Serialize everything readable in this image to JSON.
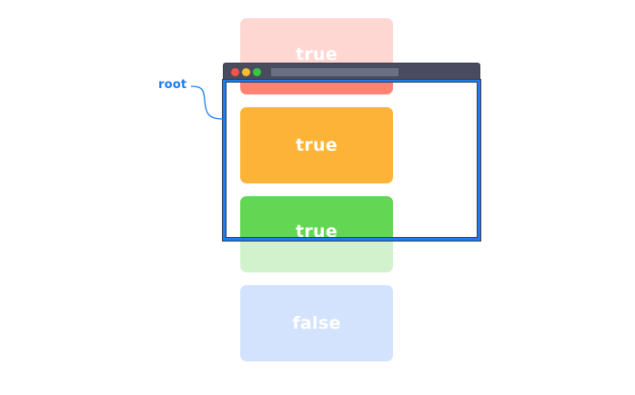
{
  "cards": [
    {
      "label": "true",
      "color": "#fe8372",
      "faded_color": "#fed7d2",
      "state": "partially-visible"
    },
    {
      "label": "true",
      "color": "#fdb338",
      "state": "visible"
    },
    {
      "label": "true",
      "color": "#63d754",
      "faded_color": "#d2f2cd",
      "state": "partially-visible"
    },
    {
      "label": "false",
      "color": "#d3e3fd",
      "state": "not-visible"
    }
  ],
  "root_label": "root",
  "accent_color": "#1b7cf1",
  "window_titlebar_color": "#484c5e"
}
